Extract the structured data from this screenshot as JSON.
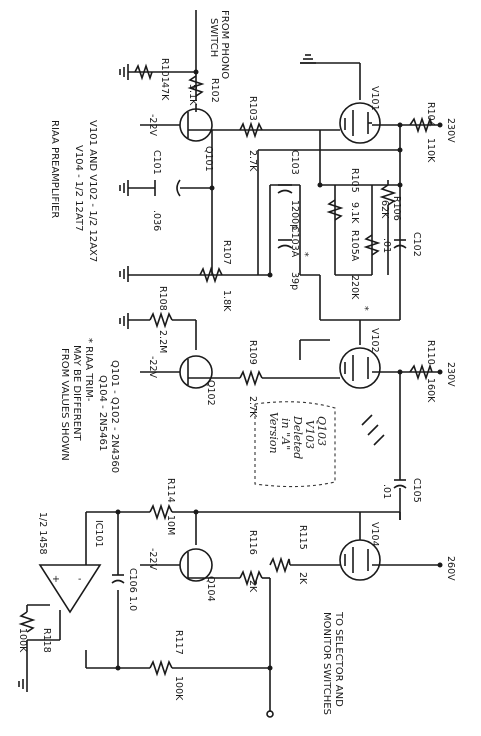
{
  "title": "RIAA PREAMPLIFIER",
  "notes": {
    "tubes_line1": "V101 AND V102 - 1/2 12AX7",
    "tubes_line2": "V104 - 1/2 12AT7",
    "transistors_line1": "Q101 - Q102 - 2N4360",
    "transistors_line2": "Q104 - 2N5461",
    "riaa_trim_line1": "* RIAA TRIM-",
    "riaa_trim_line2": "MAY BE DIFFERENT",
    "riaa_trim_line3": "FROM VALUES SHOWN"
  },
  "input_label_line1": "FROM PHONO",
  "input_label_line2": "SWITCH",
  "output_label_line1": "TO SELECTOR AND",
  "output_label_line2": "MONITOR SWITCHES",
  "handwritten": {
    "line1": "Q103",
    "line2": "V103",
    "line3": "Deleted",
    "line4": "in \"A\"",
    "line5": "Version"
  },
  "supplies": {
    "b_plus_1": "230V",
    "b_plus_2": "230V",
    "b_plus_3": "260V",
    "neg_1": "-22V",
    "neg_2": "-22V",
    "neg_3": "-22V"
  },
  "components": {
    "R101": {
      "ref": "R101",
      "value": "47K"
    },
    "R102": {
      "ref": "R102",
      "value": "5.1K"
    },
    "R103": {
      "ref": "R103",
      "value": "2.7K"
    },
    "R104": {
      "ref": "R104",
      "value": "110K"
    },
    "R105": {
      "ref": "R105",
      "value": "9.1K"
    },
    "R105A": {
      "ref": "R105A",
      "value": "220K"
    },
    "R106": {
      "ref": "R106",
      "value": "62K"
    },
    "R107": {
      "ref": "R107",
      "value": "1.8K"
    },
    "R108": {
      "ref": "R108",
      "value": "2.2M"
    },
    "R109": {
      "ref": "R109",
      "value": "2.7K"
    },
    "R110": {
      "ref": "R110",
      "value": "160K"
    },
    "R114": {
      "ref": "R114",
      "value": "10M"
    },
    "R115": {
      "ref": "R115",
      "value": "2K"
    },
    "R116": {
      "ref": "R116",
      "value": "2K"
    },
    "R117": {
      "ref": "R117",
      "value": "100K"
    },
    "R118": {
      "ref": "R118",
      "value": "100K"
    },
    "C101": {
      "ref": "C101",
      "value": ".036"
    },
    "C102": {
      "ref": "C102",
      "value": ".01"
    },
    "C103": {
      "ref": "C103",
      "value": "1200p"
    },
    "C103A": {
      "ref": "C103A",
      "value": "39p"
    },
    "C105": {
      "ref": "C105",
      "value": ".01"
    },
    "C106": {
      "ref": "C106",
      "value": "1.0"
    },
    "Q101": {
      "ref": "Q101"
    },
    "Q102": {
      "ref": "Q102"
    },
    "Q104": {
      "ref": "Q104"
    },
    "V101": {
      "ref": "V101"
    },
    "V102": {
      "ref": "V102"
    },
    "V104": {
      "ref": "V104"
    },
    "IC101": {
      "ref": "IC101",
      "value": "1/2 1458"
    }
  },
  "star": "*",
  "opamp_minus": "-",
  "opamp_plus": "+"
}
